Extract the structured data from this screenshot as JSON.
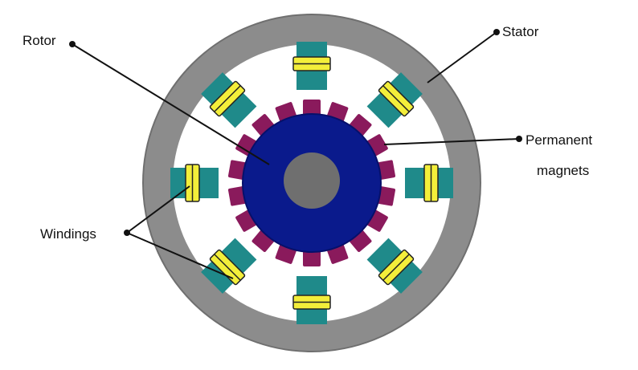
{
  "labels": {
    "rotor": "Rotor",
    "stator": "Stator",
    "permanent_magnets_line1": "Permanent",
    "permanent_magnets_line2": "magnets",
    "windings": "Windings"
  },
  "colors": {
    "stator_ring": "#8c8c8c",
    "stator_ring_edge": "#6f6f6f",
    "stator_interior": "#ffffff",
    "pole_teal": "#1f8a8a",
    "winding_yellow": "#f3ee3a",
    "winding_edge": "#222222",
    "rotor_blue": "#0a1a8c",
    "rotor_edge": "#06106a",
    "magnet_purple": "#8a1a5c",
    "shaft_gray": "#6f6f6f",
    "label_text": "#111111"
  },
  "counts": {
    "stator_poles": 8,
    "permanent_magnets": 18
  }
}
